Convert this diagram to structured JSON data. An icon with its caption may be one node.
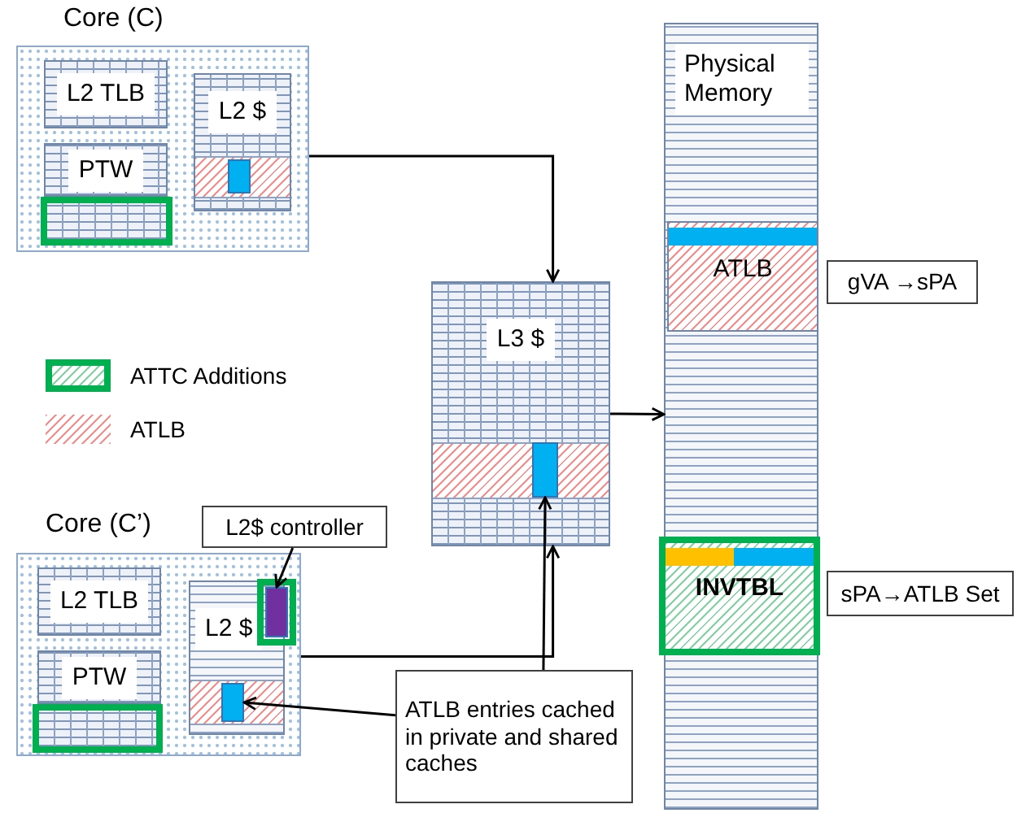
{
  "diagram": {
    "nodes": [
      {
        "text": [
          "Core (C)"
        ]
      },
      {
        "text": [
          "L2 TLB"
        ],
        "in": 0
      },
      {
        "text": [
          "PTW"
        ],
        "in": 0
      },
      {
        "text": [
          "L2 $"
        ],
        "in": 0
      },
      {
        "text": [
          "L3 $"
        ]
      },
      {
        "text": [],
        "shape": "box",
        "in": 4
      },
      {
        "text": [
          "Physical Memory"
        ]
      },
      {
        "text": [
          "ATLB"
        ],
        "in": 6
      },
      {
        "text": [
          "INVTBL"
        ],
        "in": 6
      },
      {
        "text": [
          "gVA →sPA"
        ]
      },
      {
        "text": [
          "sPA→ATLB Set"
        ]
      },
      {
        "text": [
          "Core (C’)"
        ]
      },
      {
        "text": [
          "L2 TLB"
        ],
        "in": 11
      },
      {
        "text": [
          "PTW"
        ],
        "in": 11
      },
      {
        "text": [
          "L2 $"
        ],
        "in": 11
      },
      {
        "text": [],
        "shape": "box",
        "in": 14
      },
      {
        "text": [],
        "shape": "box",
        "in": 14
      },
      {
        "text": [
          "L2$ controller"
        ]
      },
      {
        "text": [
          "ATLB entries cached in private and shared caches"
        ]
      },
      {
        "text": [],
        "shape": "box",
        "in": 0
      },
      {
        "text": [],
        "shape": "box",
        "in": 11
      }
    ],
    "edges": [
      {
        "from": 0,
        "to": 4,
        "arrow": "to"
      },
      {
        "from": 11,
        "to": 4,
        "arrow": "to"
      },
      {
        "from": 4,
        "to": 6,
        "arrow": "to"
      },
      {
        "from": 17,
        "to": 15,
        "arrow": "to"
      },
      {
        "from": 18,
        "to": 16,
        "arrow": "to"
      },
      {
        "from": 18,
        "to": 5,
        "arrow": "to"
      }
    ],
    "legend": [
      {
        "text": "ATTC Additions"
      },
      {
        "text": "ATLB"
      }
    ]
  }
}
